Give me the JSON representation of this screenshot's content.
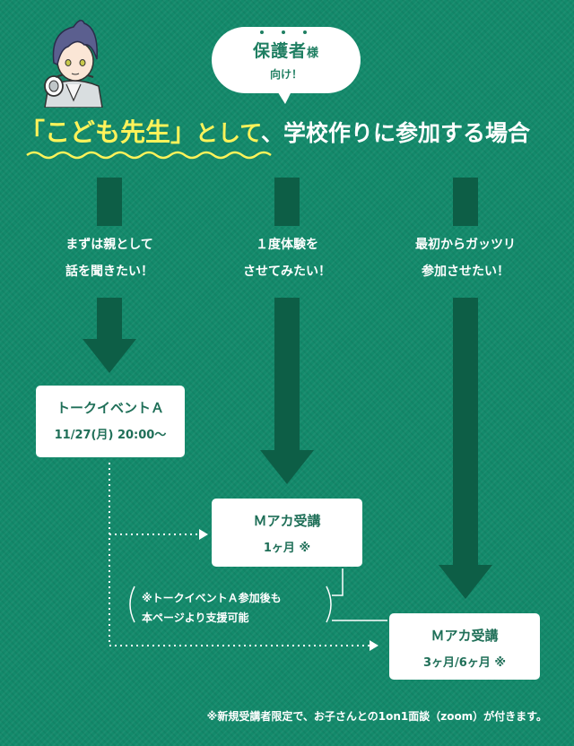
{
  "bubble": {
    "main": "保護者",
    "suffix": "様",
    "sub": "向け！"
  },
  "headline": {
    "highlight": "「こども先生」",
    "part1": "として",
    "part2": "、学校作りに参加する場合"
  },
  "columns": [
    {
      "line1": "まずは親として",
      "line2": "話を聞きたい！"
    },
    {
      "line1": "１度体験を",
      "line2": "させてみたい！"
    },
    {
      "line1": "最初からガッツリ",
      "line2": "参加させたい！"
    }
  ],
  "boxes": {
    "talk_event": {
      "title": "トークイベントＡ",
      "detail": "11/27(月) 20:00〜"
    },
    "macha_1": {
      "title": "Ｍアカ受講",
      "detail": "1ヶ月 ※"
    },
    "macha_3": {
      "title": "Ｍアカ受講",
      "detail": "3ヶ月/6ヶ月 ※"
    }
  },
  "note": {
    "line1": "※トークイベントＡ参加後も",
    "line2": "本ページより支援可能"
  },
  "footer": "※新規受講者限定で、お子さんとの1on1面談（zoom）が付きます。",
  "colors": {
    "background": "#138a6b",
    "arrow": "#0d5e46",
    "highlight": "#fff35a",
    "box_text": "#1f6f58"
  }
}
